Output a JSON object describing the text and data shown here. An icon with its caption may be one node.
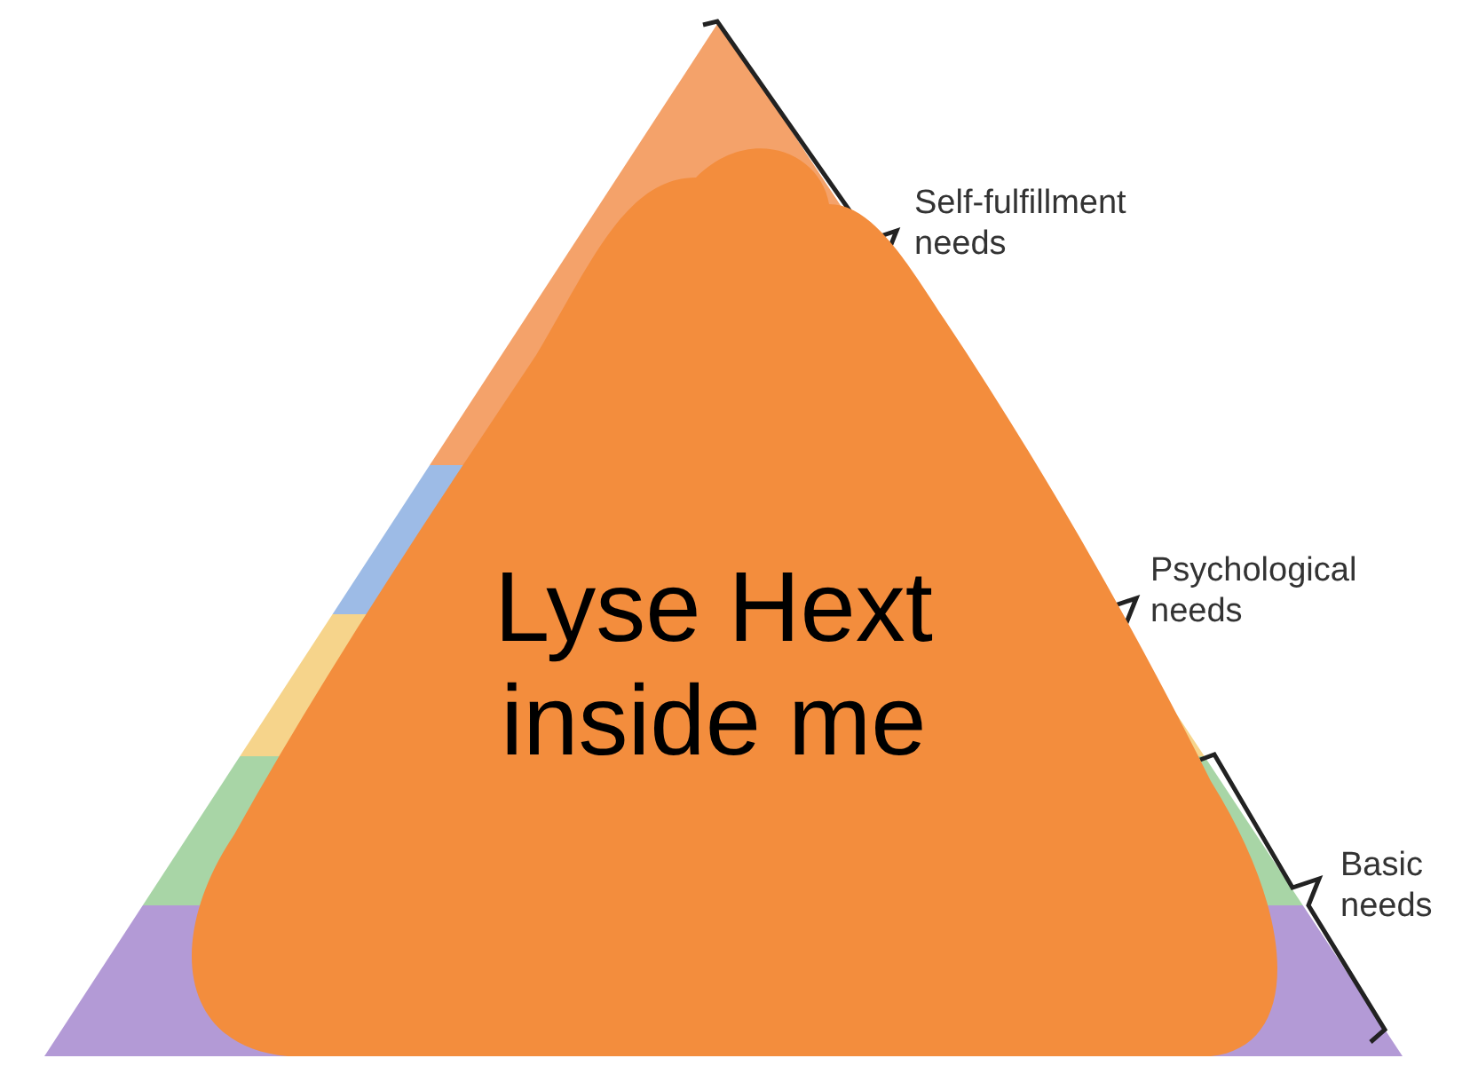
{
  "diagram": {
    "nodes": [
      {
        "text": [
          "Lyse Hext inside me"
        ]
      }
    ],
    "labels": [
      "Self-fulfillment needs",
      "Psychological needs",
      "Basic needs"
    ]
  }
}
